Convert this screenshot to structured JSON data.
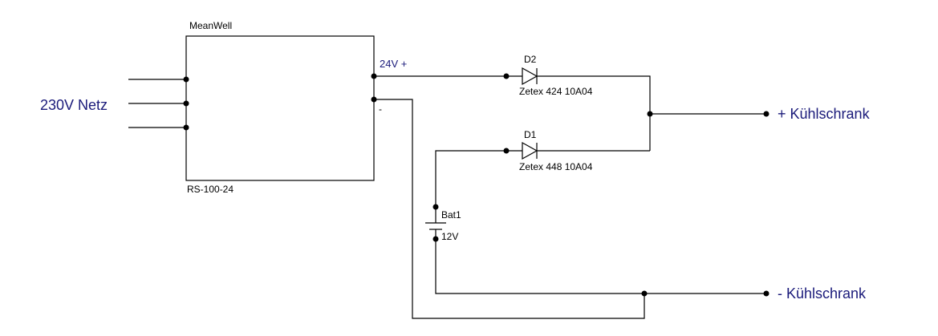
{
  "colors": {
    "wire": "#000000",
    "label_blue": "#1a1a7a",
    "background": "#ffffff"
  },
  "psu": {
    "brand_label": "MeanWell",
    "model_label": "RS-100-24"
  },
  "input": {
    "label": "230V Netz"
  },
  "outputs": {
    "plus_label": "24V +",
    "minus_label": "-"
  },
  "diodes": [
    {
      "ref": "D2",
      "part": "Zetex 424 10A04"
    },
    {
      "ref": "D1",
      "part": "Zetex 448 10A04"
    }
  ],
  "battery": {
    "ref": "Bat1",
    "value": "12V"
  },
  "terminals": {
    "plus": "+ Kühlschrank",
    "minus": "- Kühlschrank"
  }
}
